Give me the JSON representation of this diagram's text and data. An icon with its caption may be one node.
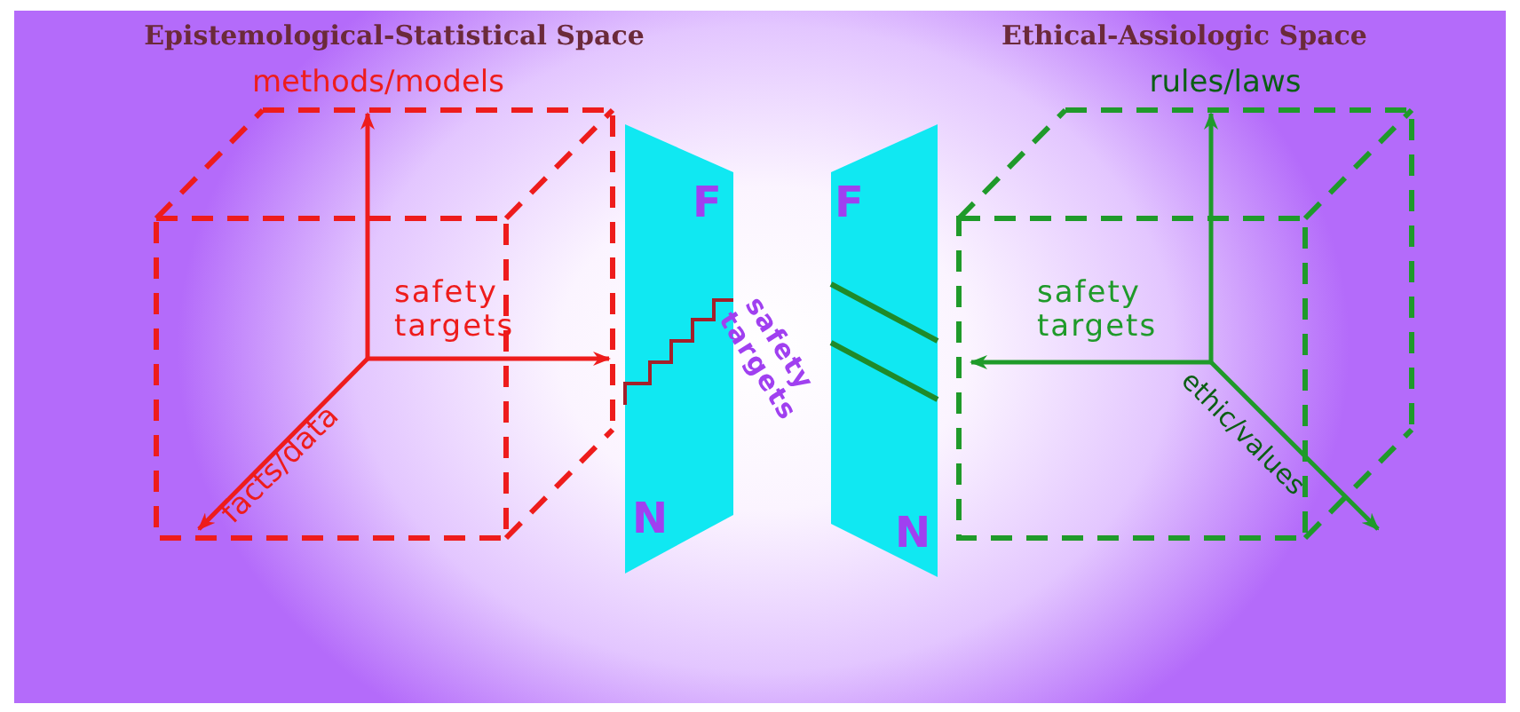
{
  "diagram": {
    "nodes": [
      {
        "text": [
          "F",
          "N"
        ]
      },
      {
        "text": [
          "F",
          "N"
        ]
      }
    ],
    "labels": [
      "Epistemological-Statistical Space",
      "methods/models",
      "safety targets",
      "facts/data",
      "safety targets",
      "Ethical-Assiologic Space",
      "rules/laws",
      "safety targets",
      "ethic/values"
    ]
  }
}
